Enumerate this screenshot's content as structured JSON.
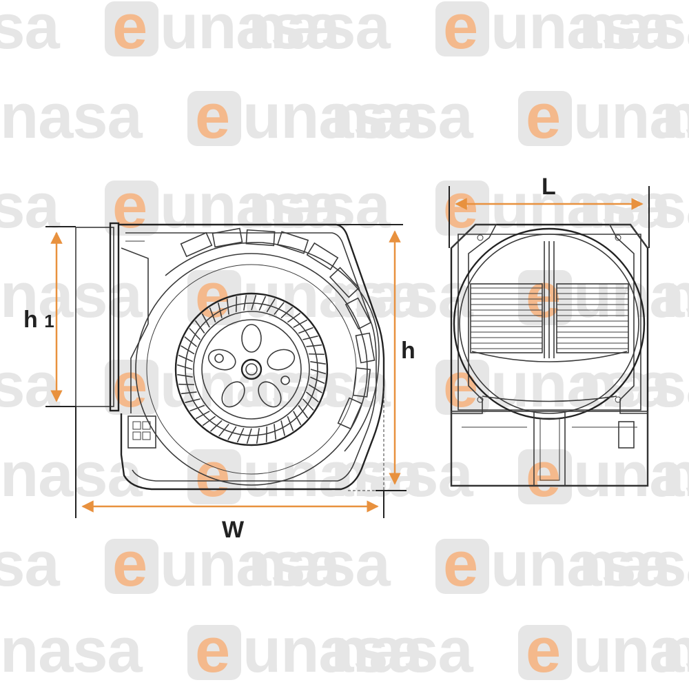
{
  "watermark": {
    "text": "eunasa",
    "prefix": "e",
    "suffix": "unasa",
    "accent": "#f4b98c",
    "gray": "#e6e6e6"
  },
  "dimensions": {
    "h1": "h1",
    "h": "h",
    "W": "W",
    "L": "L"
  },
  "colors": {
    "dimension_arrow": "#e8913e",
    "line": "#3a3a3a",
    "background": "#ffffff"
  }
}
